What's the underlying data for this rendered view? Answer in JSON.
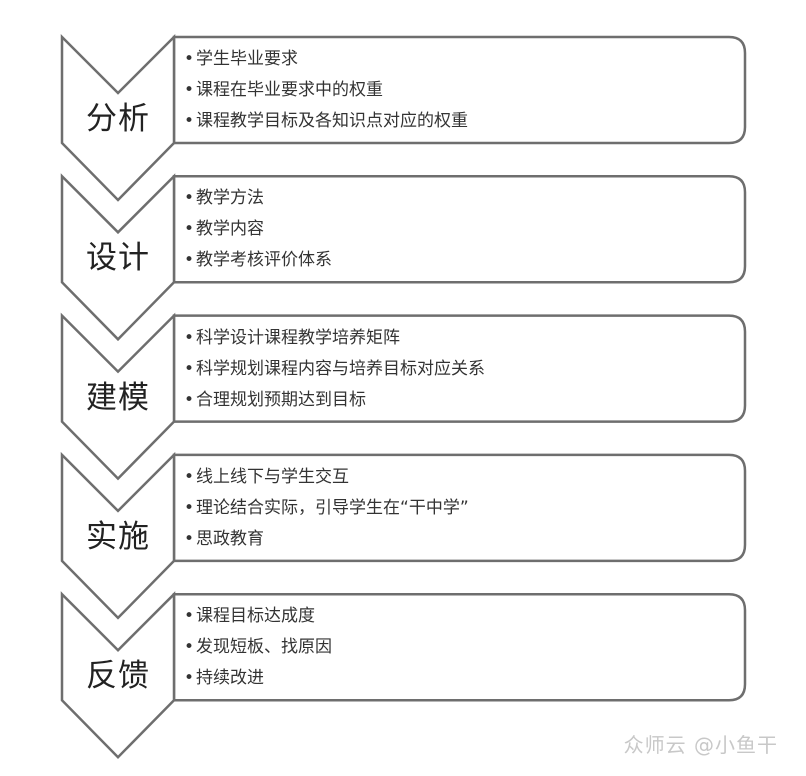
{
  "steps": [
    {
      "label": "分析",
      "items": [
        "学生毕业要求",
        "课程在毕业要求中的权重",
        "课程教学目标及各知识点对应的权重"
      ]
    },
    {
      "label": "设计",
      "items": [
        "教学方法",
        "教学内容",
        "教学考核评价体系"
      ]
    },
    {
      "label": "建模",
      "items": [
        "科学设计课程教学培养矩阵",
        "科学规划课程内容与培养目标对应关系",
        "合理规划预期达到目标"
      ]
    },
    {
      "label": "实施",
      "items": [
        "线上线下与学生交互",
        "理论结合实际，引导学生在“干中学”",
        "思政教育"
      ]
    },
    {
      "label": "反馈",
      "items": [
        "课程目标达成度",
        "发现短板、找原因",
        "持续改进"
      ]
    }
  ],
  "watermark": "众师云 @小鱼干",
  "colors": {
    "stroke": "#6e6e6e",
    "fill": "#ffffff",
    "text": "#222222",
    "watermark": "#c8c8c8"
  }
}
